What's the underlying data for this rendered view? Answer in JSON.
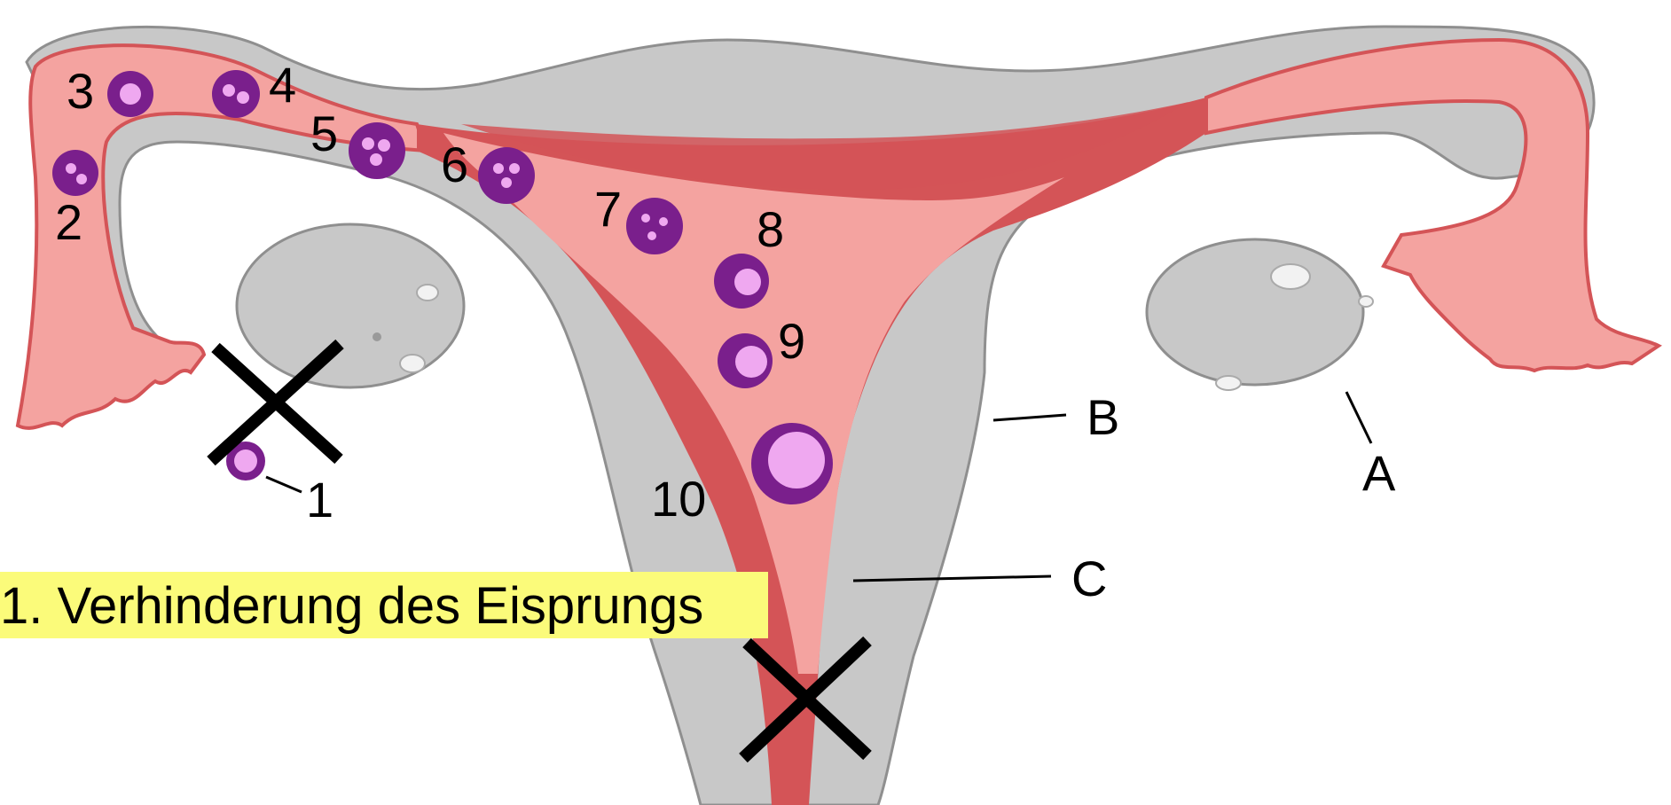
{
  "stages": [
    {
      "label": "1"
    },
    {
      "label": "2"
    },
    {
      "label": "3"
    },
    {
      "label": "4"
    },
    {
      "label": "5"
    },
    {
      "label": "6"
    },
    {
      "label": "7"
    },
    {
      "label": "8"
    },
    {
      "label": "9"
    },
    {
      "label": "10"
    }
  ],
  "parts": {
    "ovary": "A",
    "uterus_wall": "B",
    "cervix": "C"
  },
  "caption": "1. Verhinderung des Eisprungs",
  "colors": {
    "tissue": "#c8c8c8",
    "tissue_outline": "#9a9a9a",
    "lumen_light": "#f4a3a0",
    "lumen_dark": "#d45457",
    "cell": "#7a1f8c",
    "cell_fill": "#efa8f0",
    "caption_highlight": "#fbfb7a",
    "cross": "#000000"
  },
  "markers": [
    "cross-ovulation",
    "cross-cervix"
  ]
}
